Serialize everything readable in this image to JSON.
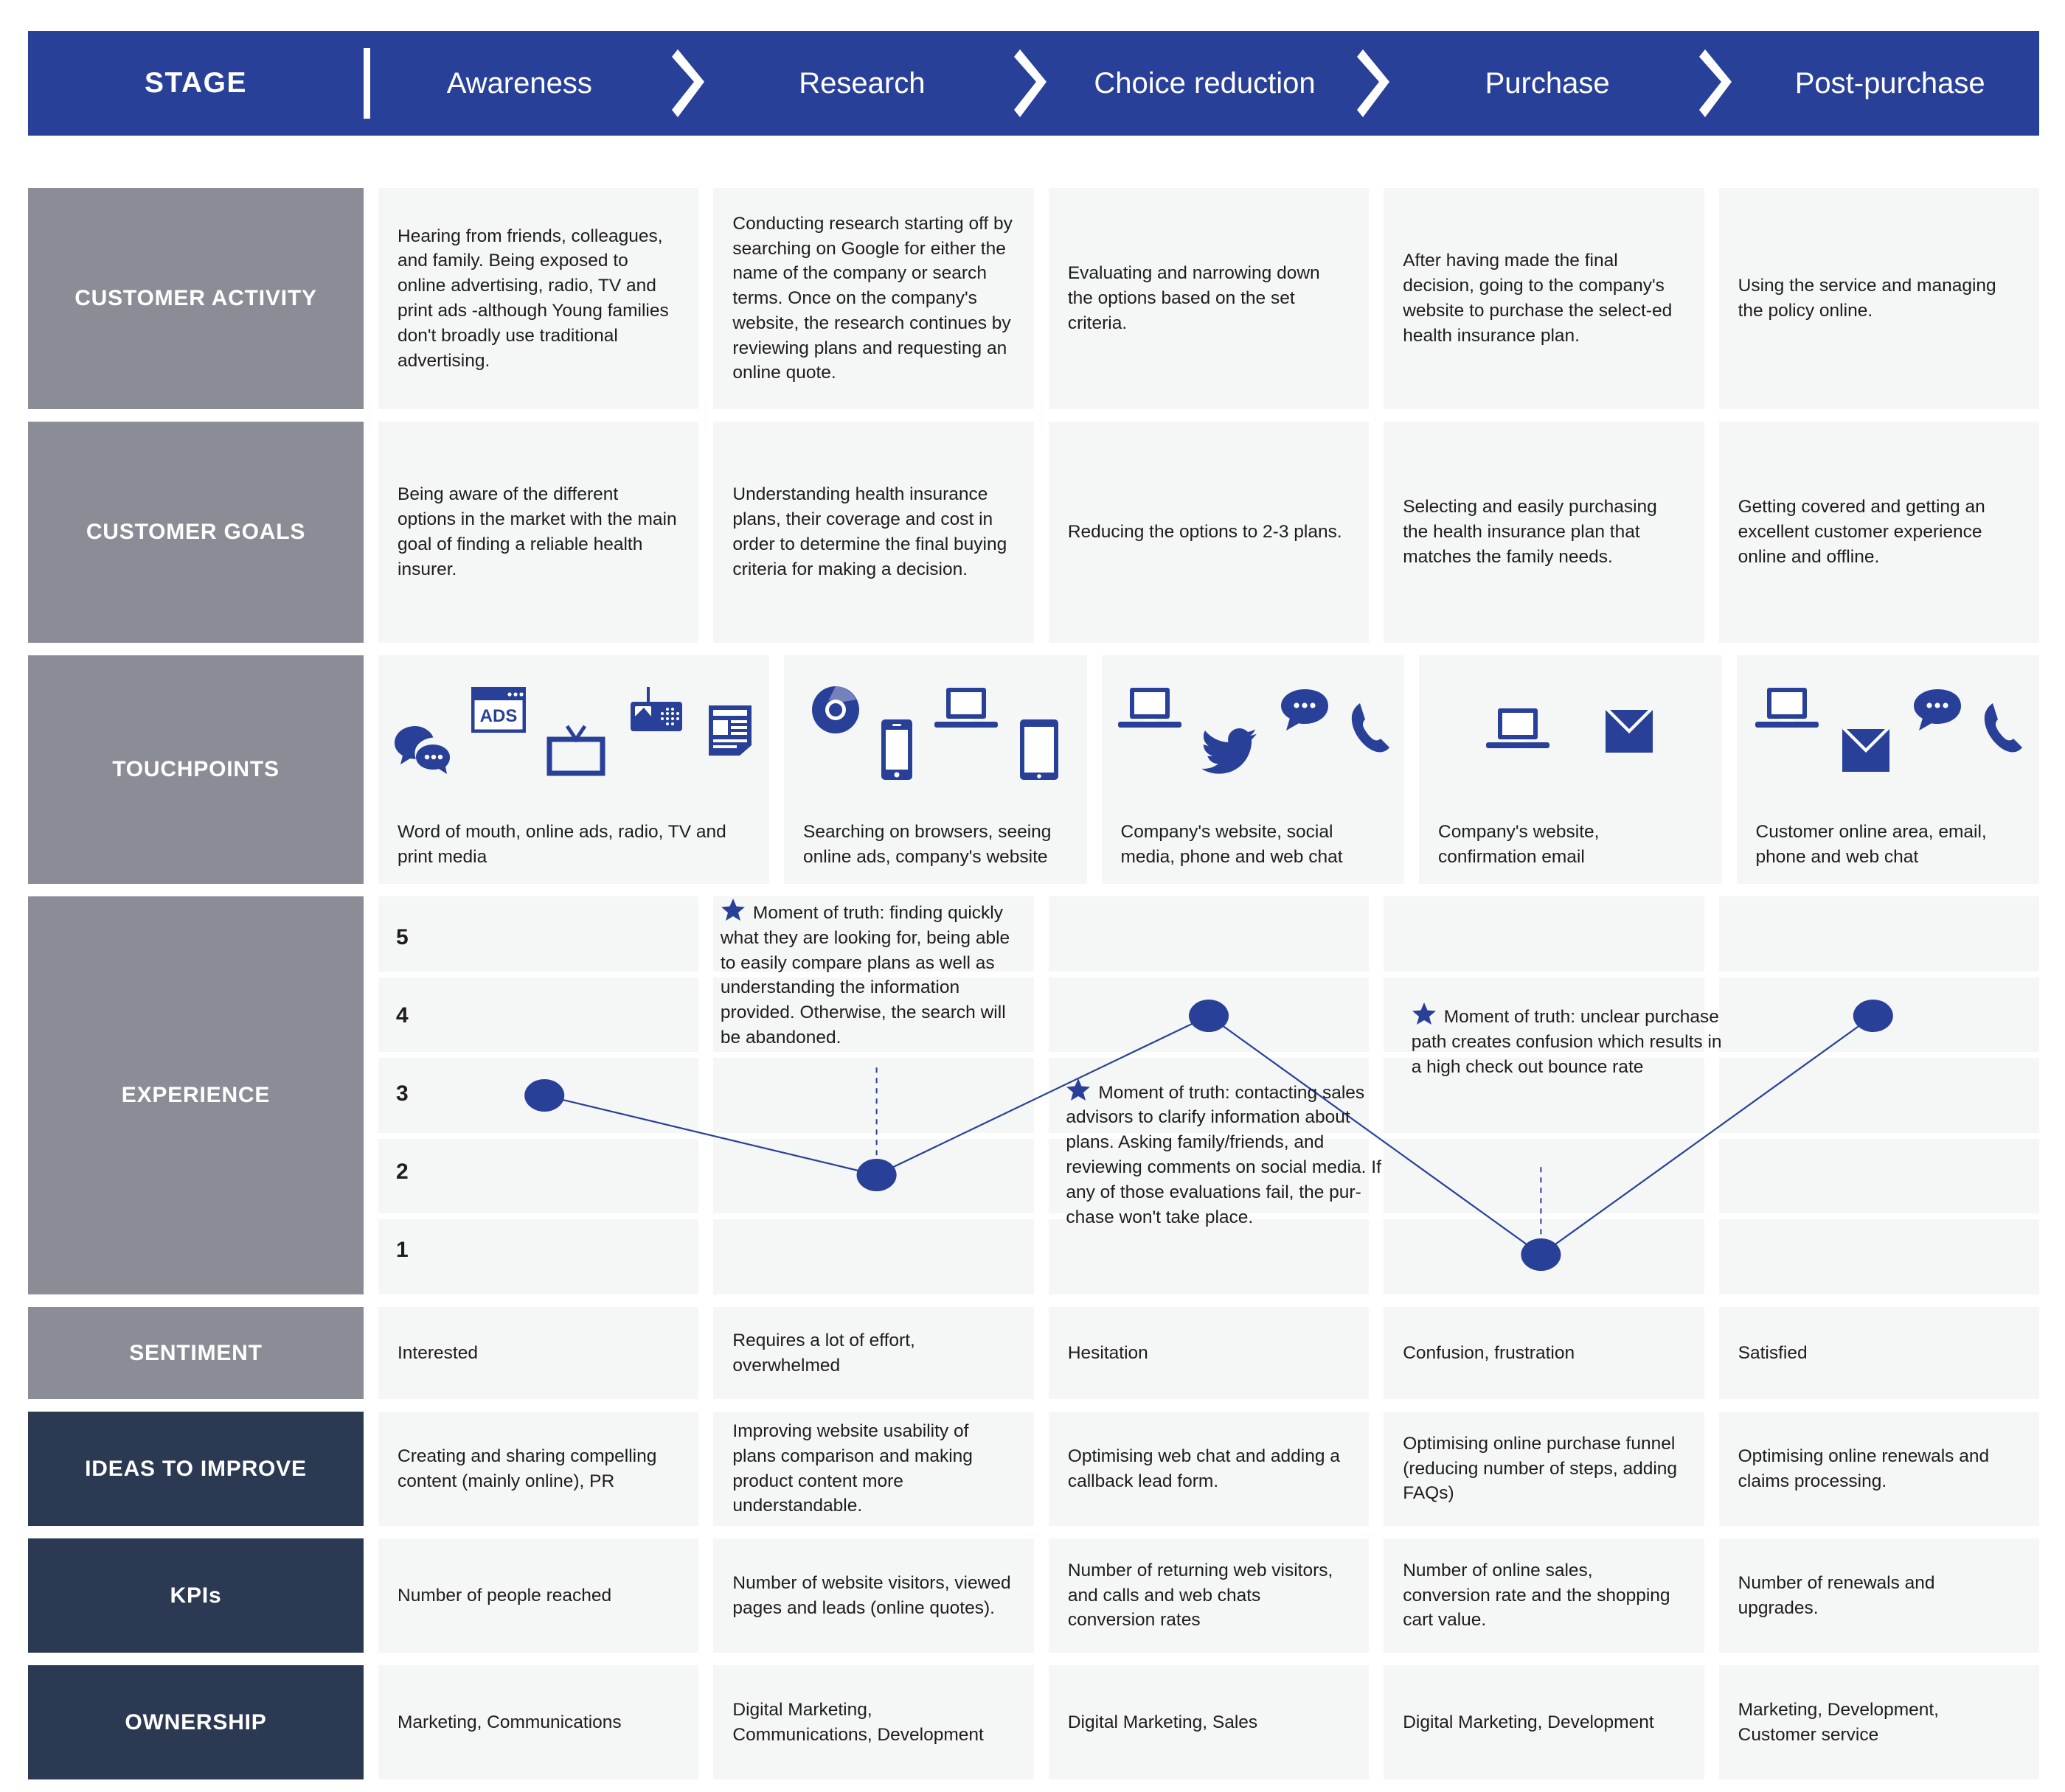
{
  "header": {
    "stage_label": "STAGE",
    "stages": [
      "Awareness",
      "Research",
      "Choice reduction",
      "Purchase",
      "Post-purchase"
    ]
  },
  "colors": {
    "brand_blue": "#294099",
    "header_bar": "#294099",
    "row_label_grey": "#8a8d96",
    "row_label_dark": "#2b3953",
    "cell_bg": "#f5f6f6",
    "text": "#1d1d1b"
  },
  "rows": [
    {
      "label": "CUSTOMER ACTIVITY",
      "label_style": "grey",
      "cells": [
        "Hearing from friends, colleagues, and family. Being exposed to online advertising, radio, TV and print ads -although Young families don't broadly use traditional advertising.",
        "Conducting research starting off by searching on Google for either the name of the company or search terms. Once on the company's website, the research continues by reviewing plans and requesting an online quote.",
        "Evaluating and narrowing down the options based on the set criteria.",
        "After having made the final decision, going to the company's website to purchase the select-ed health insurance plan.",
        "Using the service and managing the policy online."
      ]
    },
    {
      "label": "CUSTOMER GOALS",
      "label_style": "grey",
      "cells": [
        "Being aware of the different options in the market with the main goal of finding a reliable health insurer.",
        "Understanding health insurance plans, their coverage and cost in order to determine the final buying criteria for making a decision.",
        "Reducing the options to 2-3 plans.",
        "Selecting and easily purchasing the health insurance plan that matches the family needs.",
        "Getting covered and getting an excellent customer experience online and offline."
      ]
    }
  ],
  "touchpoints": {
    "label": "TOUCHPOINTS",
    "label_style": "grey",
    "cells": [
      {
        "icons": [
          "speech-bubbles-icon",
          "ads-browser-icon",
          "tv-icon",
          "radio-icon",
          "newspaper-icon"
        ],
        "caption": "Word of mouth, online ads, radio, TV and print media"
      },
      {
        "icons": [
          "chrome-browser-icon",
          "mobile-phone-icon",
          "laptop-icon",
          "tablet-icon"
        ],
        "caption": "Searching on browsers, seeing online ads, company's website"
      },
      {
        "icons": [
          "laptop-icon",
          "twitter-bird-icon",
          "chat-bubble-icon",
          "phone-handset-icon"
        ],
        "caption": "Company's website, social media, phone and web chat"
      },
      {
        "icons": [
          "laptop-icon",
          "envelope-icon"
        ],
        "caption": "Company's website, confirmation email"
      },
      {
        "icons": [
          "laptop-icon",
          "envelope-icon",
          "chat-bubble-icon",
          "phone-handset-icon"
        ],
        "caption": "Customer online area, email, phone and web chat"
      }
    ]
  },
  "experience": {
    "label": "EXPERIENCE",
    "label_style": "grey",
    "moments": [
      {
        "stage": "Research",
        "star_label": "Moment of truth:",
        "text": "Moment of truth: finding quickly what they are looking for, being able to easily compare plans as well as understanding the information provided. Otherwise, the search will be abandoned."
      },
      {
        "stage": "Choice reduction",
        "star_label": "Moment of truth:",
        "text": "Moment of truth: contacting sales advisors to clarify information about plans. Asking family/friends, and reviewing comments on social media. If any of those evaluations fail, the pur-chase won't take place."
      },
      {
        "stage": "Purchase",
        "star_label": "Moment of truth:",
        "text": "Moment of truth: unclear purchase path creates confusion which results in a high check out bounce rate"
      }
    ]
  },
  "chart_data": {
    "type": "line",
    "title": "EXPERIENCE",
    "categories": [
      "Awareness",
      "Research",
      "Choice reduction",
      "Purchase",
      "Post-purchase"
    ],
    "values": [
      3,
      2,
      4,
      1,
      4
    ],
    "ytick_labels": [
      "5",
      "4",
      "3",
      "2",
      "1"
    ],
    "ylim": [
      1,
      5
    ],
    "xlabel": "",
    "ylabel": "",
    "grid": true,
    "legend": "none",
    "line_color": "#294099",
    "marker_color": "#294099",
    "marker_shape": "ellipse"
  },
  "bottom_rows": [
    {
      "label": "SENTIMENT",
      "label_style": "grey",
      "cells": [
        "Interested",
        "Requires a lot of effort, overwhelmed",
        "Hesitation",
        "Confusion, frustration",
        "Satisfied"
      ]
    },
    {
      "label": "IDEAS TO IMPROVE",
      "label_style": "dark",
      "cells": [
        "Creating and sharing compelling content (mainly online), PR",
        "Improving website usability of plans comparison and making product content more understandable.",
        "Optimising web chat and adding a callback lead form.",
        "Optimising online purchase funnel (reducing number of steps, adding FAQs)",
        "Optimising online renewals and claims processing."
      ]
    },
    {
      "label": "KPIs",
      "label_style": "dark",
      "cells": [
        "Number of people reached",
        "Number of website visitors, viewed pages and leads (online quotes).",
        "Number of returning web visitors, and calls and web chats conversion rates",
        "Number of online sales, conversion rate and the shopping cart value.",
        "Number of renewals and upgrades."
      ]
    },
    {
      "label": "OWNERSHIP",
      "label_style": "dark",
      "cells": [
        "Marketing, Communications",
        "Digital Marketing, Communications, Development",
        "Digital Marketing, Sales",
        "Digital Marketing, Development",
        "Marketing, Development, Customer service"
      ]
    }
  ]
}
